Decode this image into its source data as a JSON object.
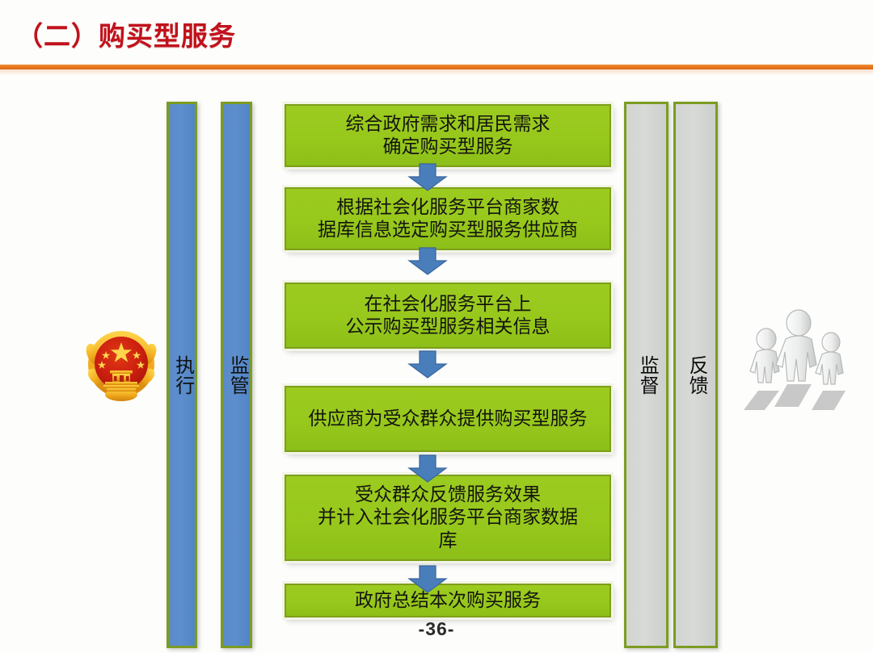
{
  "slide": {
    "title": "（二）购买型服务",
    "title_color": "#c1121c",
    "rule_color": "#e8761f",
    "page_number": "-36-"
  },
  "diagram": {
    "type": "flowchart",
    "box_fill": "#97c81c",
    "box_border": "#7d9f1a",
    "arrow_color": "#4a7ebb",
    "lanes": [
      {
        "label": "执行",
        "style": "blue",
        "side": "left"
      },
      {
        "label": "监管",
        "style": "blue",
        "side": "left"
      },
      {
        "label": "监督",
        "style": "gray",
        "side": "right"
      },
      {
        "label": "反馈",
        "style": "gray",
        "side": "right"
      }
    ],
    "steps": [
      {
        "text": "综合政府需求和居民需求\n确定购买型服务"
      },
      {
        "text": "根据社会化服务平台商家数\n据库信息选定购买型服务供应商"
      },
      {
        "text": "在社会化服务平台上\n公示购买型服务相关信息"
      },
      {
        "text": "供应商为受众群众提供购买型服务"
      },
      {
        "text": "受众群众反馈服务效果\n并计入社会化服务平台商家数据\n库"
      },
      {
        "text": "政府总结本次购买服务"
      }
    ],
    "arrows_count": 5,
    "icons": {
      "emblem": "china-national-emblem",
      "people": "three-people-figures"
    }
  }
}
